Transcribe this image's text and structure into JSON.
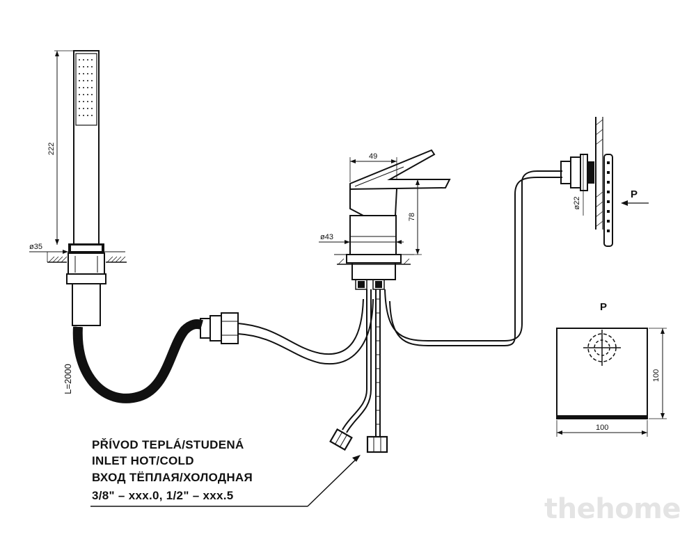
{
  "dimensions": {
    "handshower_height": "222",
    "base_diameter_left": "ø35",
    "hose_length": "L=2000",
    "spout_width": "49",
    "body_height": "78",
    "body_diameter": "ø43",
    "wall_connector": "ø22",
    "square_height": "100",
    "square_width": "100"
  },
  "labels": {
    "view_arrow": "P",
    "view_title": "P"
  },
  "note_lines": [
    "PŘÍVOD TEPLÁ/STUDENÁ",
    "INLET HOT/COLD",
    "ВХОД ТЁПЛАЯ/ХОЛОДНАЯ",
    "3/8\" – xxx.0, 1/2\" – xxx.5"
  ],
  "watermark": "thehome"
}
